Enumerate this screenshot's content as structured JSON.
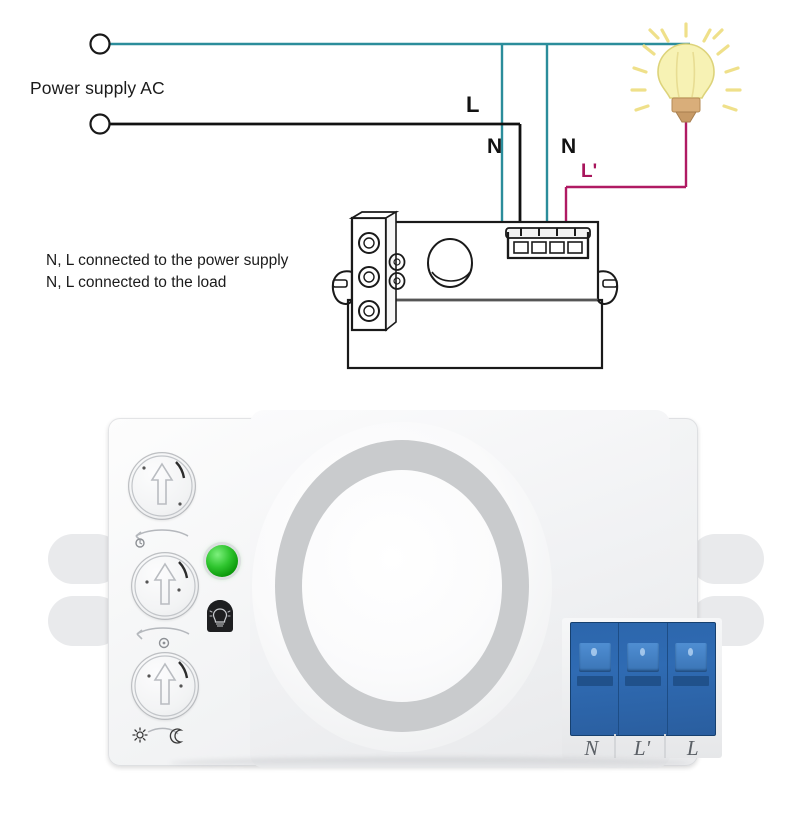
{
  "diagram": {
    "title_note": "Power supply AC",
    "notes": [
      "N, L connected to the power supply",
      "N, L connected to the load"
    ],
    "wire_labels": {
      "live": "L",
      "neutral_supply": "N",
      "neutral_load": "N",
      "live_load": "L'"
    },
    "colors": {
      "neutral_wire": "#1f7f8c",
      "live_wire": "#111111",
      "load_live_wire": "#b01a63",
      "bulb_glow": "#f2e27a"
    },
    "icons": {
      "lamp": "light-bulb-icon",
      "terminal_left": "screw-terminal-icon",
      "terminal_right": "connector-block-icon"
    }
  },
  "sensor": {
    "terminals": [
      "N",
      "L'",
      "L"
    ],
    "indicators": {
      "led": "green-status-led",
      "light_sensor": "photocell-window"
    },
    "knobs": [
      {
        "name": "time-delay-knob",
        "symbol": "clock"
      },
      {
        "name": "sensitivity-knob",
        "symbol": "distance"
      },
      {
        "name": "lux-level-knob",
        "symbol": "sun-moon"
      }
    ],
    "dome": "microwave-sensor-dome",
    "colors": {
      "terminal_block": "#2f6bb3",
      "led": "#2fc52f",
      "body": "#f2f3f4"
    }
  }
}
